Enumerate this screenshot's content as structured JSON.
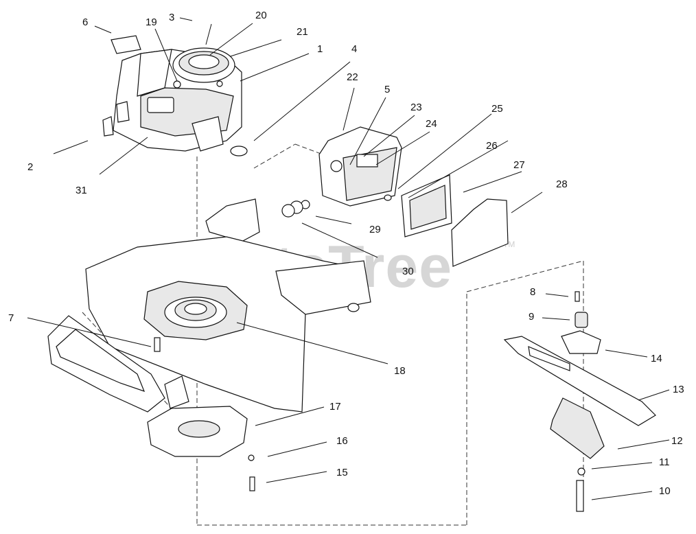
{
  "watermark": {
    "text": "PartsTree",
    "tm": "TM"
  },
  "callouts": [
    {
      "id": "1",
      "text": "1"
    },
    {
      "id": "2",
      "text": "2"
    },
    {
      "id": "3",
      "text": "3"
    },
    {
      "id": "4",
      "text": "4"
    },
    {
      "id": "5",
      "text": "5"
    },
    {
      "id": "6",
      "text": "6"
    },
    {
      "id": "7",
      "text": "7"
    },
    {
      "id": "8",
      "text": "8"
    },
    {
      "id": "9",
      "text": "9"
    },
    {
      "id": "10",
      "text": "10"
    },
    {
      "id": "11",
      "text": "11"
    },
    {
      "id": "12",
      "text": "12"
    },
    {
      "id": "13",
      "text": "13"
    },
    {
      "id": "14",
      "text": "14"
    },
    {
      "id": "15",
      "text": "15"
    },
    {
      "id": "16",
      "text": "16"
    },
    {
      "id": "17",
      "text": "17"
    },
    {
      "id": "18",
      "text": "18"
    },
    {
      "id": "19",
      "text": "19"
    },
    {
      "id": "20",
      "text": "20"
    },
    {
      "id": "21",
      "text": "21"
    },
    {
      "id": "22",
      "text": "22"
    },
    {
      "id": "23",
      "text": "23"
    },
    {
      "id": "24",
      "text": "24"
    },
    {
      "id": "25",
      "text": "25"
    },
    {
      "id": "26",
      "text": "26"
    },
    {
      "id": "27",
      "text": "27"
    },
    {
      "id": "28",
      "text": "28"
    },
    {
      "id": "29",
      "text": "29"
    },
    {
      "id": "30",
      "text": "30"
    },
    {
      "id": "31",
      "text": "31"
    }
  ]
}
